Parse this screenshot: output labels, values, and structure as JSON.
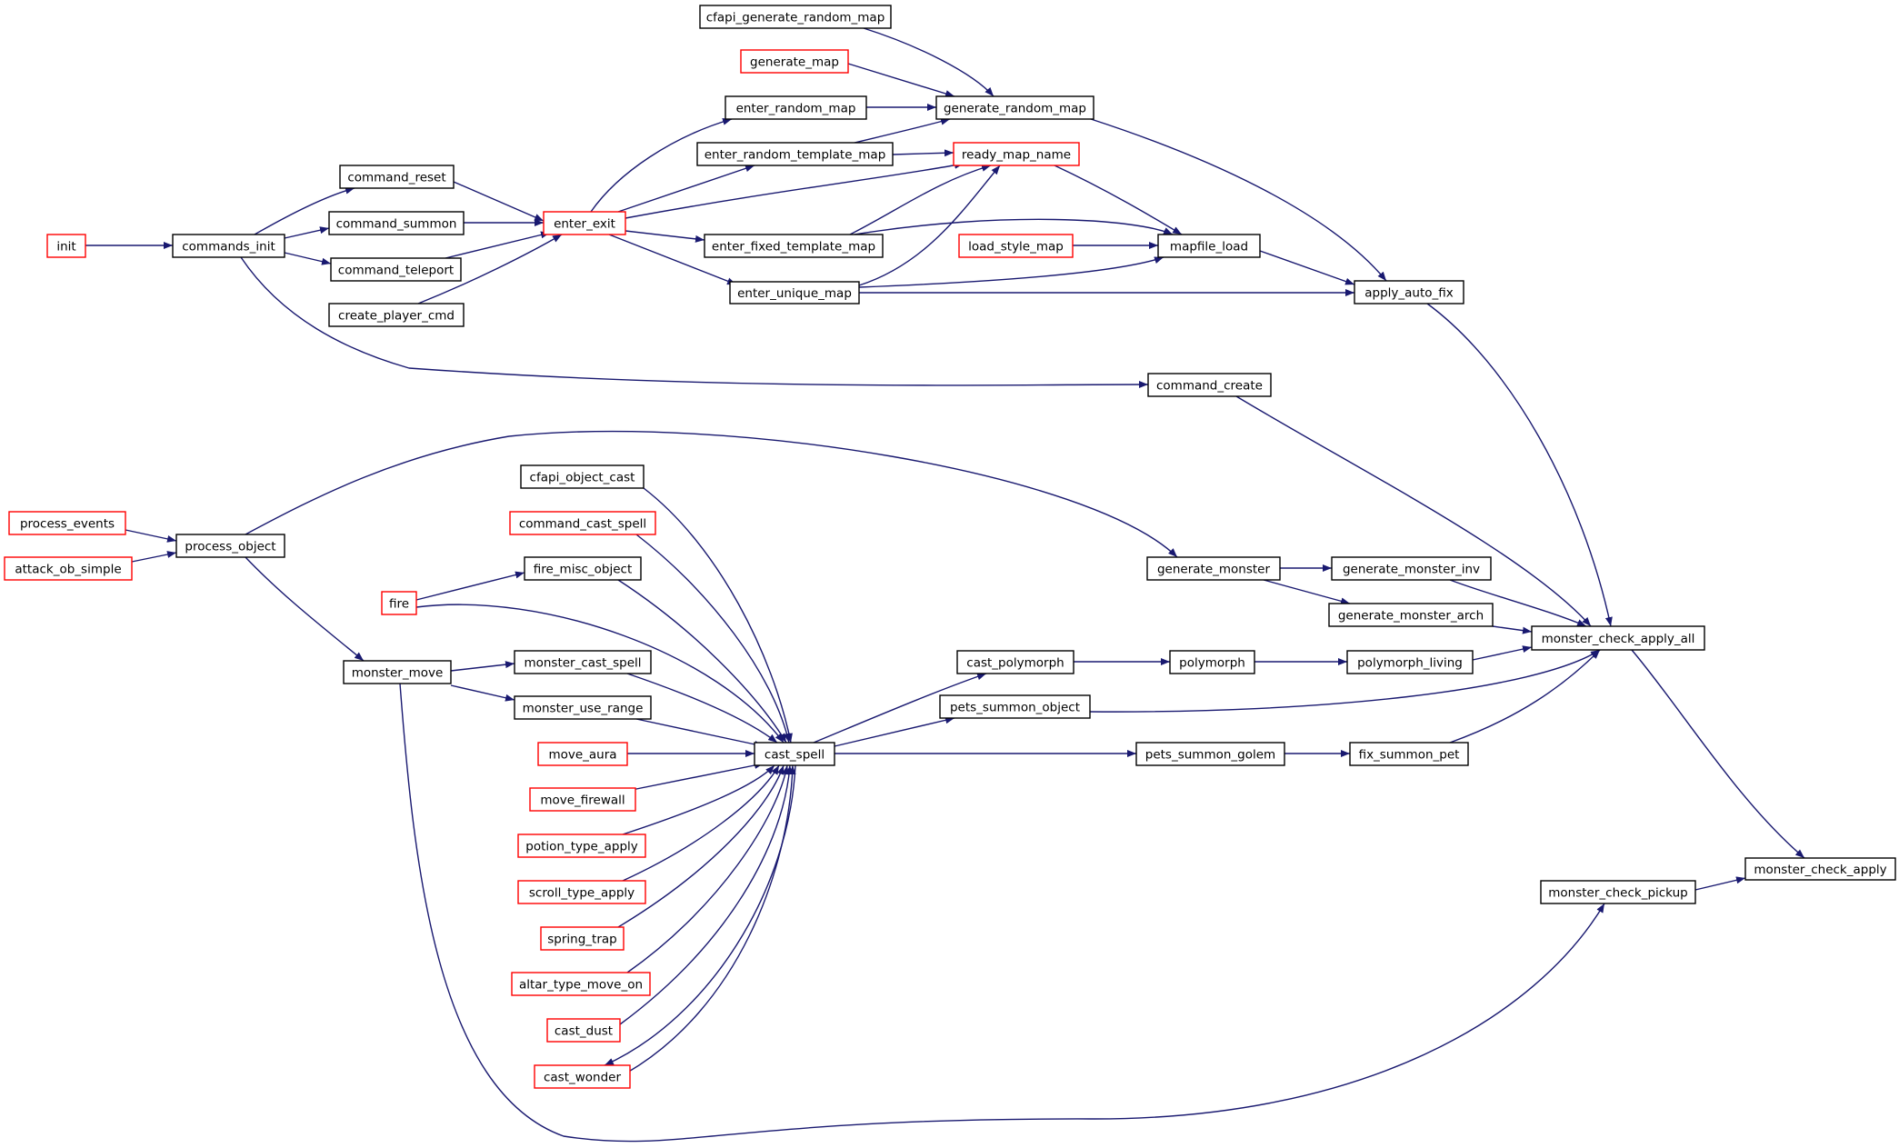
{
  "graph": {
    "colors": {
      "edge": "#191970",
      "border_default": "#000000",
      "border_incomplete": "#ff0000",
      "selected_fill": "#bfbfbf"
    },
    "nodes": [
      {
        "id": "monster_check_apply",
        "label": "monster_check_apply",
        "border": "black",
        "selected": true
      },
      {
        "id": "monster_check_apply_all",
        "label": "monster_check_apply_all",
        "border": "black"
      },
      {
        "id": "monster_check_pickup",
        "label": "monster_check_pickup",
        "border": "black"
      },
      {
        "id": "apply_auto_fix",
        "label": "apply_auto_fix",
        "border": "black"
      },
      {
        "id": "command_create",
        "label": "command_create",
        "border": "black"
      },
      {
        "id": "generate_monster_inv",
        "label": "generate_monster_inv",
        "border": "black"
      },
      {
        "id": "generate_monster_arch",
        "label": "generate_monster_arch",
        "border": "black"
      },
      {
        "id": "polymorph_living",
        "label": "polymorph_living",
        "border": "black"
      },
      {
        "id": "pets_summon_object",
        "label": "pets_summon_object",
        "border": "black"
      },
      {
        "id": "fix_summon_pet",
        "label": "fix_summon_pet",
        "border": "black"
      },
      {
        "id": "generate_random_map",
        "label": "generate_random_map",
        "border": "black"
      },
      {
        "id": "mapfile_load",
        "label": "mapfile_load",
        "border": "black"
      },
      {
        "id": "enter_unique_map",
        "label": "enter_unique_map",
        "border": "black"
      },
      {
        "id": "cfapi_generate_random_map",
        "label": "cfapi_generate_random_map",
        "border": "black"
      },
      {
        "id": "generate_map",
        "label": "generate_map",
        "border": "red"
      },
      {
        "id": "enter_random_map",
        "label": "enter_random_map",
        "border": "black"
      },
      {
        "id": "ready_map_name",
        "label": "ready_map_name",
        "border": "red"
      },
      {
        "id": "load_style_map",
        "label": "load_style_map",
        "border": "red"
      },
      {
        "id": "enter_random_template_map",
        "label": "enter_random_template_map",
        "border": "black"
      },
      {
        "id": "enter_fixed_template_map",
        "label": "enter_fixed_template_map",
        "border": "black"
      },
      {
        "id": "enter_exit",
        "label": "enter_exit",
        "border": "red"
      },
      {
        "id": "command_reset",
        "label": "command_reset",
        "border": "black"
      },
      {
        "id": "command_summon",
        "label": "command_summon",
        "border": "black"
      },
      {
        "id": "command_teleport",
        "label": "command_teleport",
        "border": "black"
      },
      {
        "id": "create_player_cmd",
        "label": "create_player_cmd",
        "border": "black"
      },
      {
        "id": "commands_init",
        "label": "commands_init",
        "border": "black"
      },
      {
        "id": "init",
        "label": "init",
        "border": "red"
      },
      {
        "id": "generate_monster",
        "label": "generate_monster",
        "border": "black"
      },
      {
        "id": "process_object",
        "label": "process_object",
        "border": "black"
      },
      {
        "id": "process_events",
        "label": "process_events",
        "border": "red"
      },
      {
        "id": "attack_ob_simple",
        "label": "attack_ob_simple",
        "border": "red"
      },
      {
        "id": "polymorph",
        "label": "polymorph",
        "border": "black"
      },
      {
        "id": "cast_polymorph",
        "label": "cast_polymorph",
        "border": "black"
      },
      {
        "id": "cast_spell",
        "label": "cast_spell",
        "border": "black"
      },
      {
        "id": "pets_summon_golem",
        "label": "pets_summon_golem",
        "border": "black"
      },
      {
        "id": "cfapi_object_cast",
        "label": "cfapi_object_cast",
        "border": "black"
      },
      {
        "id": "command_cast_spell",
        "label": "command_cast_spell",
        "border": "red"
      },
      {
        "id": "fire_misc_object",
        "label": "fire_misc_object",
        "border": "black"
      },
      {
        "id": "fire",
        "label": "fire",
        "border": "red"
      },
      {
        "id": "monster_cast_spell",
        "label": "monster_cast_spell",
        "border": "black"
      },
      {
        "id": "monster_use_range",
        "label": "monster_use_range",
        "border": "black"
      },
      {
        "id": "monster_move",
        "label": "monster_move",
        "border": "black"
      },
      {
        "id": "move_aura",
        "label": "move_aura",
        "border": "red"
      },
      {
        "id": "move_firewall",
        "label": "move_firewall",
        "border": "red"
      },
      {
        "id": "potion_type_apply",
        "label": "potion_type_apply",
        "border": "red"
      },
      {
        "id": "scroll_type_apply",
        "label": "scroll_type_apply",
        "border": "red"
      },
      {
        "id": "spring_trap",
        "label": "spring_trap",
        "border": "red"
      },
      {
        "id": "altar_type_move_on",
        "label": "altar_type_move_on",
        "border": "red"
      },
      {
        "id": "cast_dust",
        "label": "cast_dust",
        "border": "red"
      },
      {
        "id": "cast_wonder",
        "label": "cast_wonder",
        "border": "red"
      }
    ],
    "edges": [
      {
        "from": "monster_check_apply_all",
        "to": "monster_check_apply"
      },
      {
        "from": "monster_check_pickup",
        "to": "monster_check_apply"
      },
      {
        "from": "apply_auto_fix",
        "to": "monster_check_apply_all"
      },
      {
        "from": "command_create",
        "to": "monster_check_apply_all"
      },
      {
        "from": "generate_monster_inv",
        "to": "monster_check_apply_all"
      },
      {
        "from": "generate_monster_arch",
        "to": "monster_check_apply_all"
      },
      {
        "from": "polymorph_living",
        "to": "monster_check_apply_all"
      },
      {
        "from": "pets_summon_object",
        "to": "monster_check_apply_all"
      },
      {
        "from": "fix_summon_pet",
        "to": "monster_check_apply_all"
      },
      {
        "from": "generate_random_map",
        "to": "apply_auto_fix"
      },
      {
        "from": "mapfile_load",
        "to": "apply_auto_fix"
      },
      {
        "from": "enter_unique_map",
        "to": "apply_auto_fix"
      },
      {
        "from": "cfapi_generate_random_map",
        "to": "generate_random_map"
      },
      {
        "from": "generate_map",
        "to": "generate_random_map"
      },
      {
        "from": "enter_random_map",
        "to": "generate_random_map"
      },
      {
        "from": "enter_random_template_map",
        "to": "generate_random_map"
      },
      {
        "from": "ready_map_name",
        "to": "mapfile_load"
      },
      {
        "from": "load_style_map",
        "to": "mapfile_load"
      },
      {
        "from": "enter_fixed_template_map",
        "to": "mapfile_load"
      },
      {
        "from": "enter_unique_map",
        "to": "mapfile_load"
      },
      {
        "from": "enter_random_template_map",
        "to": "ready_map_name"
      },
      {
        "from": "enter_exit",
        "to": "ready_map_name"
      },
      {
        "from": "enter_fixed_template_map",
        "to": "ready_map_name"
      },
      {
        "from": "enter_unique_map",
        "to": "ready_map_name"
      },
      {
        "from": "enter_exit",
        "to": "enter_random_map"
      },
      {
        "from": "enter_exit",
        "to": "enter_random_template_map"
      },
      {
        "from": "enter_exit",
        "to": "enter_fixed_template_map"
      },
      {
        "from": "enter_exit",
        "to": "enter_unique_map"
      },
      {
        "from": "command_reset",
        "to": "enter_exit"
      },
      {
        "from": "command_summon",
        "to": "enter_exit"
      },
      {
        "from": "command_teleport",
        "to": "enter_exit"
      },
      {
        "from": "create_player_cmd",
        "to": "enter_exit"
      },
      {
        "from": "commands_init",
        "to": "command_reset"
      },
      {
        "from": "commands_init",
        "to": "command_summon"
      },
      {
        "from": "commands_init",
        "to": "command_teleport"
      },
      {
        "from": "commands_init",
        "to": "command_create"
      },
      {
        "from": "init",
        "to": "commands_init"
      },
      {
        "from": "generate_monster",
        "to": "generate_monster_inv"
      },
      {
        "from": "generate_monster",
        "to": "generate_monster_arch"
      },
      {
        "from": "process_object",
        "to": "generate_monster"
      },
      {
        "from": "process_object",
        "to": "monster_move"
      },
      {
        "from": "process_events",
        "to": "process_object"
      },
      {
        "from": "attack_ob_simple",
        "to": "process_object"
      },
      {
        "from": "polymorph",
        "to": "polymorph_living"
      },
      {
        "from": "cast_polymorph",
        "to": "polymorph"
      },
      {
        "from": "cast_spell",
        "to": "cast_polymorph"
      },
      {
        "from": "cast_spell",
        "to": "pets_summon_object"
      },
      {
        "from": "cast_spell",
        "to": "pets_summon_golem"
      },
      {
        "from": "pets_summon_golem",
        "to": "fix_summon_pet"
      },
      {
        "from": "cfapi_object_cast",
        "to": "cast_spell"
      },
      {
        "from": "command_cast_spell",
        "to": "cast_spell"
      },
      {
        "from": "fire_misc_object",
        "to": "cast_spell"
      },
      {
        "from": "fire",
        "to": "fire_misc_object"
      },
      {
        "from": "fire",
        "to": "cast_spell"
      },
      {
        "from": "monster_cast_spell",
        "to": "cast_spell"
      },
      {
        "from": "monster_use_range",
        "to": "cast_spell"
      },
      {
        "from": "monster_move",
        "to": "monster_cast_spell"
      },
      {
        "from": "monster_move",
        "to": "monster_use_range"
      },
      {
        "from": "monster_move",
        "to": "monster_check_pickup"
      },
      {
        "from": "move_aura",
        "to": "cast_spell"
      },
      {
        "from": "move_firewall",
        "to": "cast_spell"
      },
      {
        "from": "potion_type_apply",
        "to": "cast_spell"
      },
      {
        "from": "scroll_type_apply",
        "to": "cast_spell"
      },
      {
        "from": "spring_trap",
        "to": "cast_spell"
      },
      {
        "from": "altar_type_move_on",
        "to": "cast_spell"
      },
      {
        "from": "cast_dust",
        "to": "cast_spell"
      },
      {
        "from": "cast_wonder",
        "to": "cast_spell"
      },
      {
        "from": "cast_spell",
        "to": "cast_wonder"
      }
    ]
  }
}
